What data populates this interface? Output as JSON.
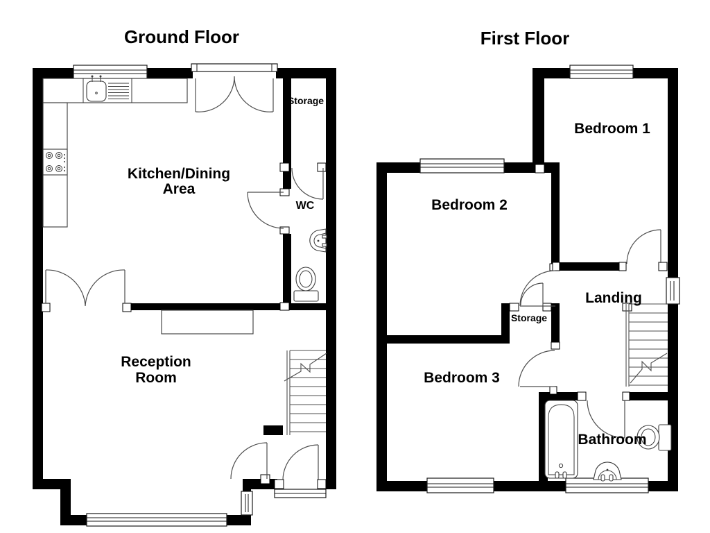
{
  "ground_floor": {
    "title": "Ground Floor",
    "labels": {
      "kitchen_line1": "Kitchen/Dining",
      "kitchen_line2": "Area",
      "reception_line1": "Reception",
      "reception_line2": "Room",
      "storage": "Storage",
      "wc": "WC"
    }
  },
  "first_floor": {
    "title": "First Floor",
    "labels": {
      "bedroom1": "Bedroom 1",
      "bedroom2": "Bedroom 2",
      "bedroom3": "Bedroom 3",
      "landing": "Landing",
      "storage": "Storage",
      "bathroom": "Bathroom"
    }
  },
  "colors": {
    "wall": "#000000",
    "door_line": "#4d4d4d",
    "background": "#ffffff"
  }
}
